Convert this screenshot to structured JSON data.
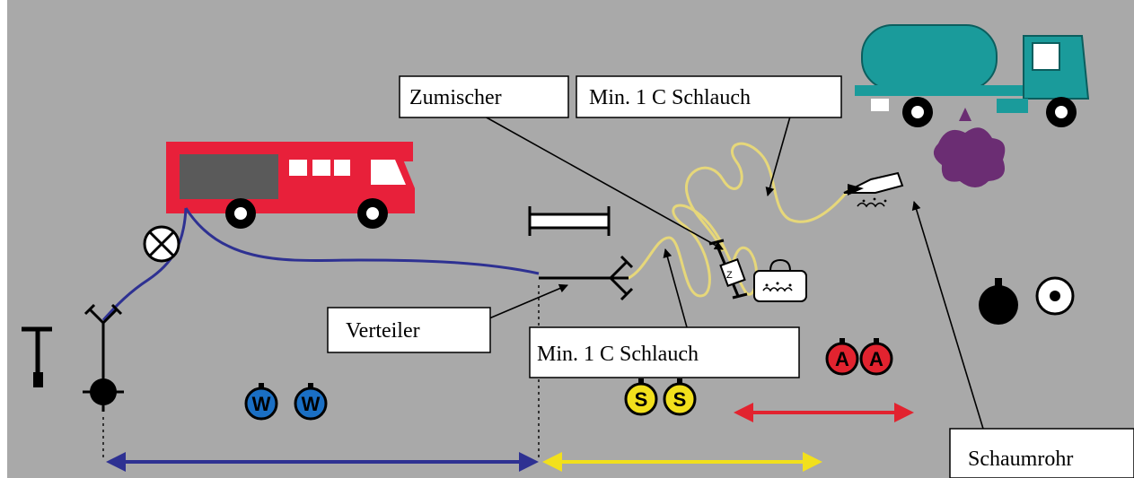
{
  "labels": {
    "zumischer": "Zumischer",
    "schlauch_top": "Min. 1 C Schlauch",
    "schlauch_bottom": "Min. 1 C Schlauch",
    "verteiler": "Verteiler",
    "schaumrohr": "Schaumrohr"
  },
  "troops": {
    "w1": "W",
    "w2": "W",
    "s1": "S",
    "s2": "S",
    "a1": "A",
    "a2": "A"
  },
  "colors": {
    "background": "#a9a9a9",
    "fire_truck": "#e8203a",
    "tanker": "#1a9b9b",
    "water_hose": "#2e3192",
    "foam_hose": "#e6d77a",
    "w_badge": "#1a6fc4",
    "s_badge": "#f2e01c",
    "a_badge": "#e2232f",
    "foam_puddle": "#6b2d73"
  },
  "icons": [
    "hydrant-key-icon",
    "hydrant-icon",
    "pump-icon",
    "distributor-icon",
    "ladder-icon",
    "foam-inductor-icon",
    "foam-container-icon",
    "foam-nozzle-icon",
    "water-source-icon"
  ]
}
